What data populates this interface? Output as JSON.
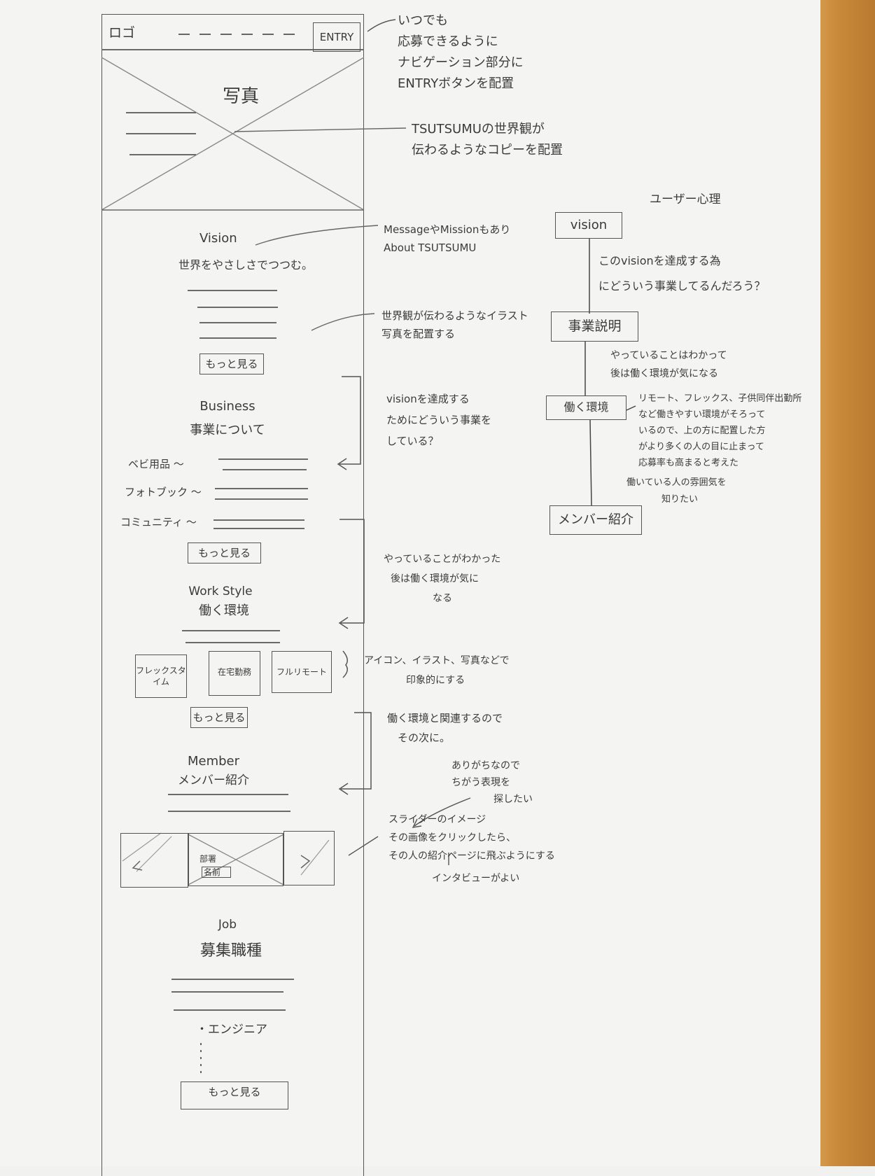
{
  "wireframe": {
    "header": {
      "logo": "ロゴ",
      "entry_button": "ENTRY"
    },
    "hero": {
      "photo_label": "写真"
    },
    "vision": {
      "title": "Vision",
      "copy": "世界をやさしさでつつむ。",
      "more_button": "もっと見る"
    },
    "business": {
      "title": "Business",
      "subtitle": "事業について",
      "items": [
        "ベビ用品 〜",
        "フォトブック 〜",
        "コミュニティ 〜"
      ],
      "more_button": "もっと見る"
    },
    "workstyle": {
      "title": "Work Style",
      "subtitle": "働く環境",
      "cards": [
        "フレックスタイム",
        "在宅勤務",
        "フルリモート"
      ],
      "more_button": "もっと見る"
    },
    "member": {
      "title": "Member",
      "subtitle": "メンバー紹介",
      "slide_label_dept": "部署",
      "slide_label_name": "名前"
    },
    "job": {
      "title": "Job",
      "subtitle": "募集職種",
      "list_item": "・エンジニア",
      "more_button": "もっと見る"
    }
  },
  "annotations": {
    "entry_note": [
      "いつでも",
      "応募できるように",
      "ナビゲーション部分に",
      "ENTRYボタンを配置"
    ],
    "hero_note": [
      "TSUTSUMUの世界観が",
      "伝わるようなコピーを配置"
    ],
    "vision_note": [
      "MessageやMissionもあり",
      "About TSUTSUMU"
    ],
    "illust_note": [
      "世界観が伝わるようなイラスト",
      "写真を配置する"
    ],
    "business_note": [
      "visionを達成する",
      "ためにどういう事業を",
      "している？"
    ],
    "workstyle_note": [
      "やっていることがわかった",
      "後は働く環境が気に",
      "なる"
    ],
    "cards_note": [
      "アイコン、イラスト、写真などで",
      "印象的にする"
    ],
    "member_note": [
      "働く環境と関連するので",
      "その次に。"
    ],
    "slider_alt_note": [
      "ありがちなので",
      "ちがう表現を",
      "探したい"
    ],
    "slider_note": [
      "スライダーのイメージ",
      "その画像をクリックしたら、",
      "その人の紹介ページに飛ぶようにする",
      "インタビューがよい"
    ]
  },
  "user_psychology": {
    "title": "ユーザー心理",
    "nodes": [
      "vision",
      "事業説明",
      "働く環境",
      "メンバー紹介"
    ],
    "notes": [
      [
        "このvisionを達成する為",
        "にどういう事業してるんだろう？"
      ],
      [
        "やっていることはわかって",
        "後は働く環境が気になる"
      ],
      [
        "リモート、フレックス、子供同伴出勤所",
        "など働きやすい環境がそろって",
        "いるので、上の方に配置した方",
        "がより多くの人の目に止まって",
        "応募率も高まると考えた"
      ],
      [
        "働いている人の雰囲気を",
        "知りたい"
      ]
    ]
  }
}
